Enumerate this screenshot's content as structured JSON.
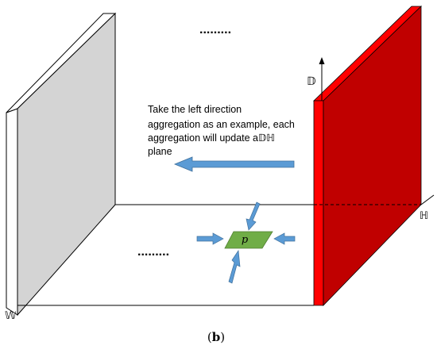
{
  "annotation": {
    "lines": [
      "Take the left direction",
      "aggregation as an example, each",
      "aggregation will update a𝔻ℍ",
      "plane"
    ]
  },
  "axes": {
    "d_label": "𝔻",
    "h_label": "ℍ",
    "w_label": "𝕎"
  },
  "pixel_label": "p",
  "ellipsis_top": ".........",
  "ellipsis_bottom": ".........",
  "caption": "(b)",
  "colors": {
    "gray_plane": "#d4d4d4",
    "red_plane_face": "#c00000",
    "red_plane_edge": "#ff0000",
    "pixel_fill": "#70ad47",
    "arrow_fill": "#5b9bd5"
  }
}
